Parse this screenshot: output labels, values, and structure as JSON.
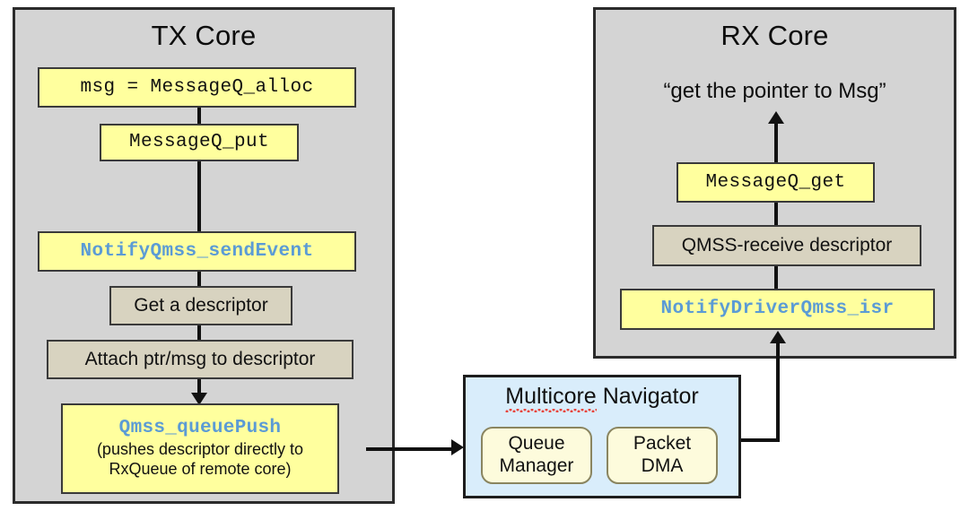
{
  "tx_core": {
    "title": "TX Core",
    "steps": [
      {
        "label": "msg = MessageQ_alloc",
        "style": "yellow-mono"
      },
      {
        "label": "MessageQ_put",
        "style": "yellow-mono"
      },
      {
        "label": "NotifyQmss_sendEvent",
        "style": "yellow-mono-blue"
      },
      {
        "label": "Get a descriptor",
        "style": "tan-sans"
      },
      {
        "label": "Attach ptr/msg to descriptor",
        "style": "tan-sans"
      }
    ],
    "push_box": {
      "api": "Qmss_queuePush",
      "note_line1": "(pushes descriptor directly to",
      "note_line2": "RxQueue of remote core)"
    }
  },
  "rx_core": {
    "title": "RX Core",
    "caption": "“get the pointer to Msg”",
    "steps": [
      {
        "label": "MessageQ_get",
        "style": "yellow-mono"
      },
      {
        "label": "QMSS-receive descriptor",
        "style": "tan-sans"
      },
      {
        "label": "NotifyDriverQmss_isr",
        "style": "yellow-mono-blue"
      }
    ]
  },
  "navigator": {
    "title_word1": "Multicore",
    "title_word2": "Navigator",
    "blocks": [
      {
        "line1": "Queue",
        "line2": "Manager"
      },
      {
        "line1": "Packet",
        "line2": "DMA"
      }
    ]
  },
  "colors": {
    "panel_fill": "#d4d4d4",
    "panel_border": "#2b2b2b",
    "yellow_fill": "#ffff9e",
    "tan_fill": "#d8d3c0",
    "api_blue": "#5b9bd5",
    "navigator_fill": "#d9edfb",
    "navigator_block_fill": "#fdfbdc",
    "spellcheck_underline": "#e8453c",
    "connector": "#111111"
  }
}
